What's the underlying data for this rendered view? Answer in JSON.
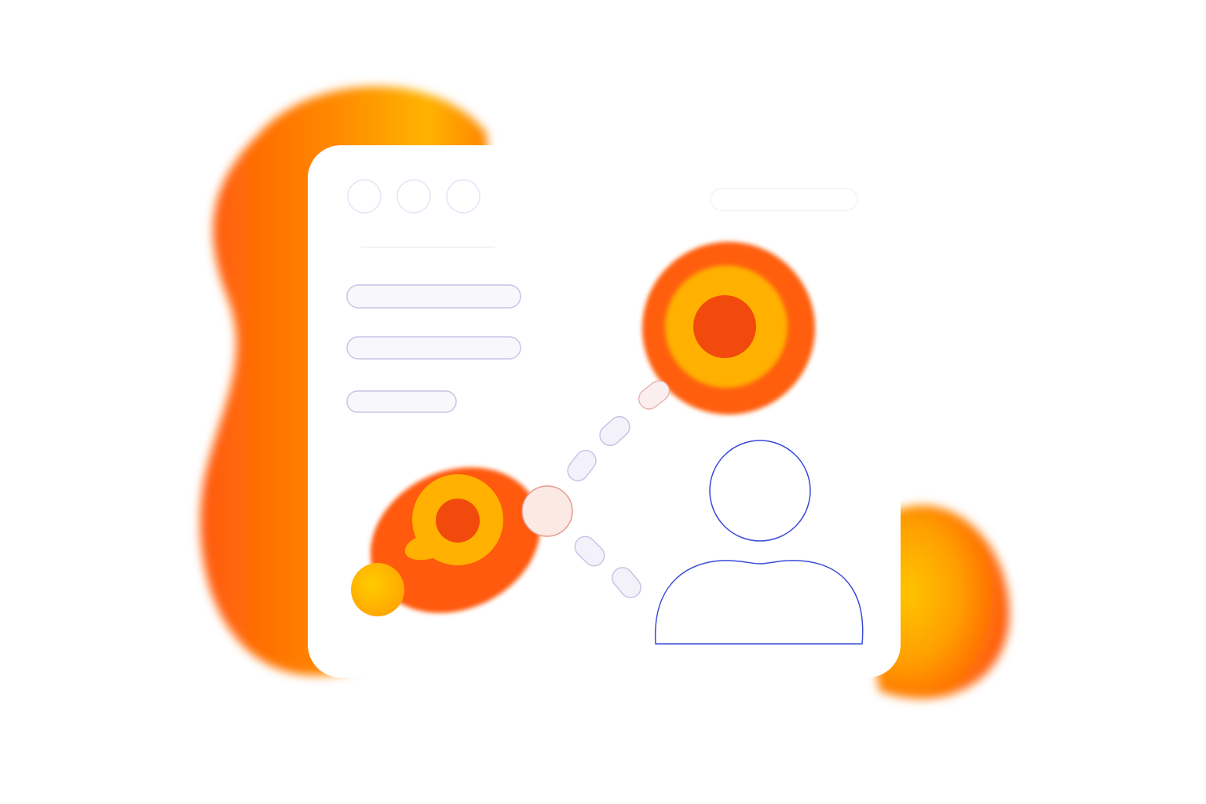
{
  "illustration": {
    "subject": "browser-window-with-user-connection",
    "window_controls": [
      "dot",
      "dot",
      "dot"
    ],
    "content_lines": 3,
    "connector_dashes": 5,
    "icons": [
      "target-icon",
      "user-icon",
      "node-icon"
    ]
  },
  "colors": {
    "background": "#ffffff",
    "window": "#ffffff",
    "orange": "#ff5a0a",
    "amber": "#ffb300",
    "red_core": "#f24a0c",
    "outline_lavender": "#c9c3e6",
    "user_outline": "#3a4bd8",
    "node_fill": "#fbe9e4"
  }
}
